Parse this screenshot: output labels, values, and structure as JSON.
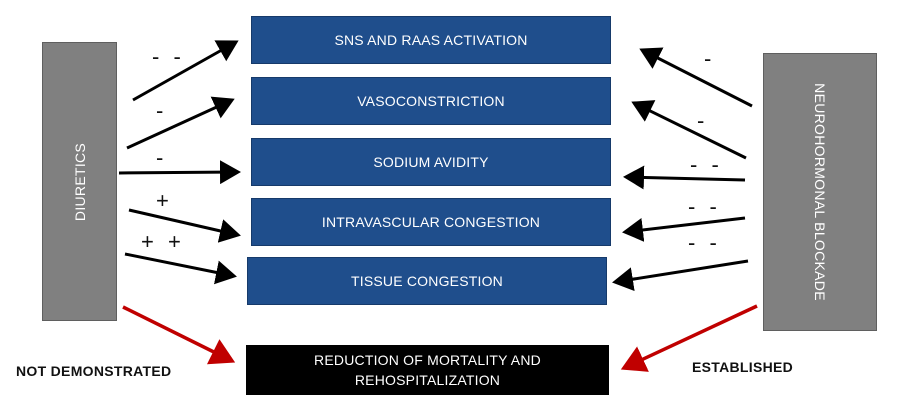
{
  "left_agent": {
    "label": "DIURETICS"
  },
  "right_agent": {
    "label": "NEUROHORMONAL BLOCKADE"
  },
  "effects": [
    {
      "label": "SNS AND RAAS ACTIVATION",
      "left_sign": "- -",
      "right_sign": "-"
    },
    {
      "label": "VASOCONSTRICTION",
      "left_sign": "-",
      "right_sign": "-"
    },
    {
      "label": "SODIUM AVIDITY",
      "left_sign": "-",
      "right_sign": "- -"
    },
    {
      "label": "INTRAVASCULAR CONGESTION",
      "left_sign": "+",
      "right_sign": "- -"
    },
    {
      "label": "TISSUE CONGESTION",
      "left_sign": "+ +",
      "right_sign": "- -"
    }
  ],
  "outcome": {
    "line1": "REDUCTION OF MORTALITY AND",
    "line2": "REHOSPITALIZATION"
  },
  "captions": {
    "left": "NOT DEMONSTRATED",
    "right": "ESTABLISHED"
  },
  "colors": {
    "side_box": "#808080",
    "effect_box": "#1f4e8c",
    "outcome_box": "#000000",
    "arrow": "#000000",
    "outcome_arrow": "#c00000"
  }
}
